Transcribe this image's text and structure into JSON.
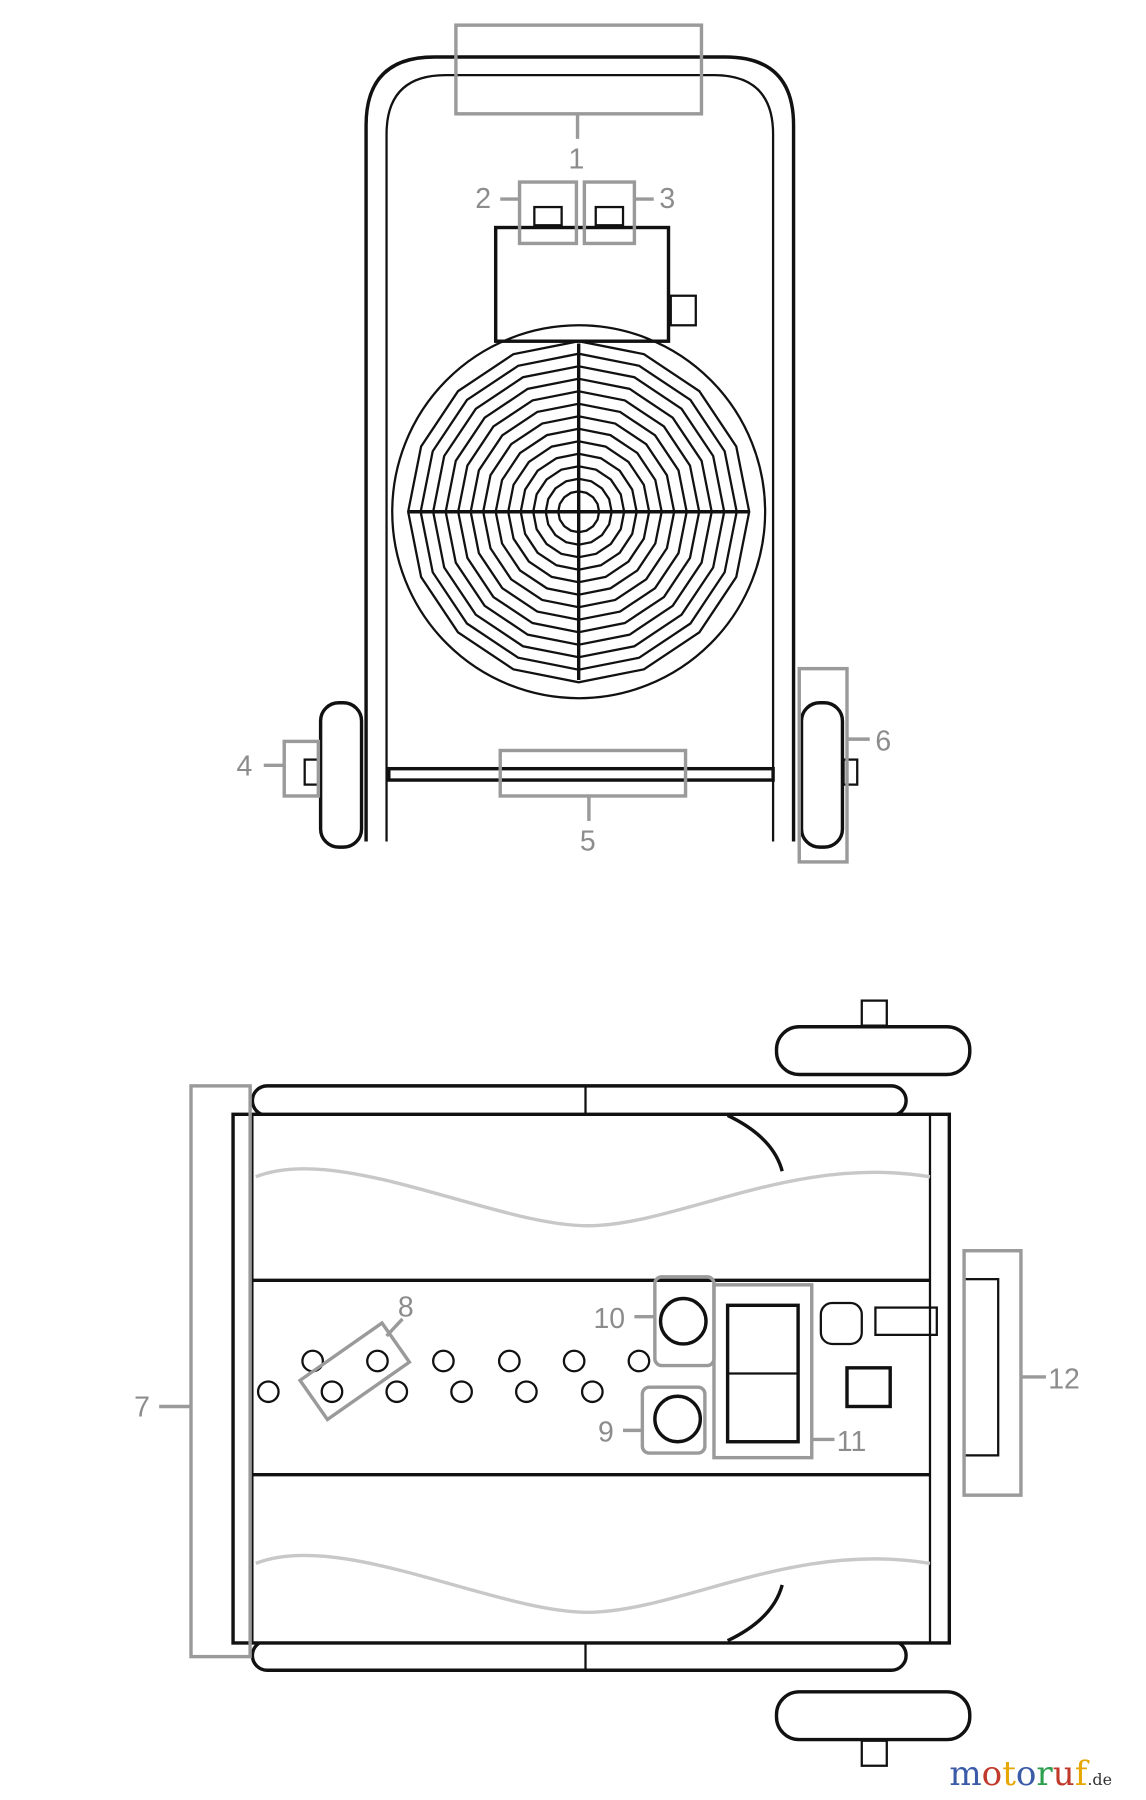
{
  "callouts": {
    "c1": "1",
    "c2": "2",
    "c3": "3",
    "c4": "4",
    "c5": "5",
    "c6": "6",
    "c7": "7",
    "c8": "8",
    "c9": "9",
    "c10": "10",
    "c11": "11",
    "c12": "12"
  },
  "colors": {
    "line": "#111111",
    "callout": "#9a9a9a"
  },
  "watermark": {
    "text": "motoruf",
    "suffix": ".de",
    "letter_colors": [
      "#3b5ba8",
      "#c0392b",
      "#e6a700",
      "#3b5ba8",
      "#2e9e4f",
      "#c0392b",
      "#e6a700"
    ]
  }
}
